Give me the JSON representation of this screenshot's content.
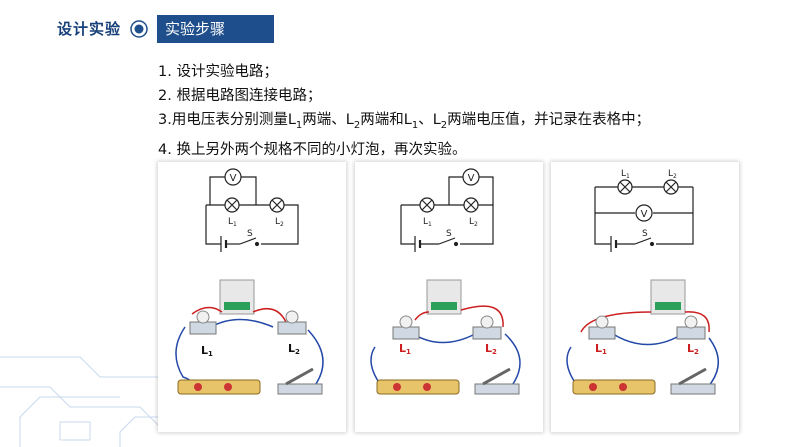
{
  "header": {
    "section_title": "设计实验",
    "step_header": "实验步骤"
  },
  "steps": [
    {
      "text": "1. 设计实验电路；"
    },
    {
      "text": "2. 根据电路图连接电路；"
    },
    {
      "prefix": "3.用电压表分别测量L",
      "s1": "1",
      "mid1": "两端、L",
      "s2": "2",
      "mid2": "两端和L",
      "s3": "1",
      "mid3": "、L",
      "s4": "2",
      "suffix": "两端电压值，并记录在表格中；"
    },
    {
      "text": "4. 换上另外两个规格不同的小灯泡，再次实验。"
    }
  ],
  "diagram_labels": {
    "voltmeter": "V",
    "l1": "L",
    "l2": "L",
    "sub1": "1",
    "sub2": "2",
    "switch": "S"
  },
  "colors": {
    "primary": "#1e4e8c",
    "red_wire": "#cc1f1f",
    "blue_wire": "#2448a8"
  }
}
